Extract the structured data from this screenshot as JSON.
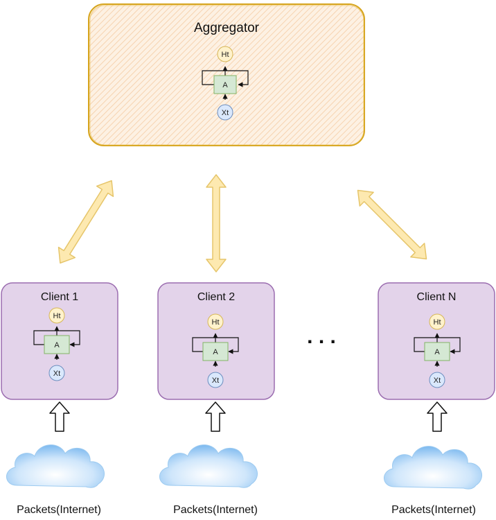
{
  "aggregator": {
    "title": "Aggregator",
    "cell": {
      "output": "Ht",
      "block": "A",
      "input": "Xt"
    }
  },
  "clients": [
    {
      "title": "Client 1",
      "cell": {
        "output": "Ht",
        "block": "A",
        "input": "Xt"
      },
      "source": "Packets(Internet)"
    },
    {
      "title": "Client 2",
      "cell": {
        "output": "Ht",
        "block": "A",
        "input": "Xt"
      },
      "source": "Packets(Internet)"
    },
    {
      "title": "Client N",
      "cell": {
        "output": "Ht",
        "block": "A",
        "input": "Xt"
      },
      "source": "Packets(Internet)"
    }
  ],
  "ellipsis": ". . .",
  "colors": {
    "aggregator_fill": "#fbe6cf",
    "aggregator_stroke": "#d6a41c",
    "client_fill": "#e3d3ea",
    "client_stroke": "#9b6db0",
    "arrow_fill": "#fde9b0",
    "arrow_stroke": "#e6c56a",
    "cell_block": "#d5e8d4",
    "cell_block_stroke": "#82b366",
    "output_node": "#fff2cc",
    "output_node_stroke": "#d6b656",
    "input_node": "#dae8fc",
    "input_node_stroke": "#6c8ebf",
    "cloud": "#a8d2f5"
  }
}
